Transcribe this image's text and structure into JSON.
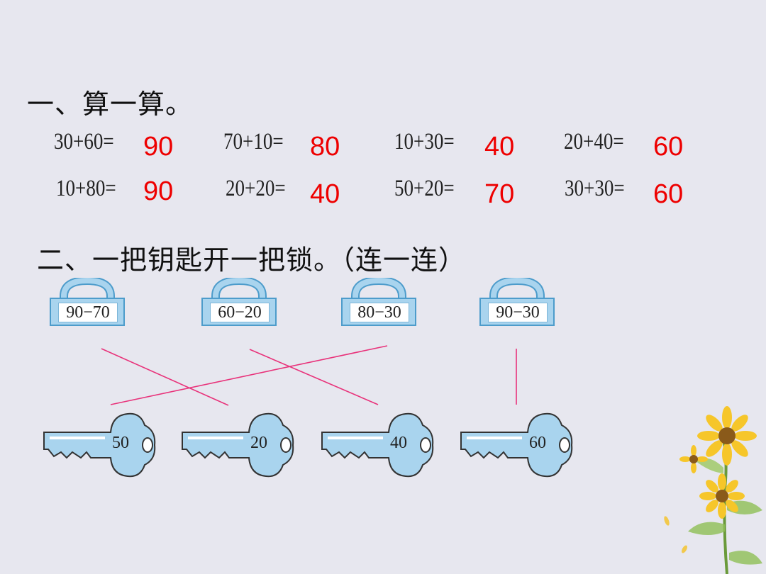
{
  "section1": {
    "title": "一、算一算。",
    "rows": [
      [
        {
          "expr": "30+60=",
          "answer": "90"
        },
        {
          "expr": "70+10=",
          "answer": "80"
        },
        {
          "expr": "10+30=",
          "answer": "40"
        },
        {
          "expr": "20+40=",
          "answer": "60"
        }
      ],
      [
        {
          "expr": "10+80=",
          "answer": "90"
        },
        {
          "expr": "20+20=",
          "answer": "40"
        },
        {
          "expr": "50+20=",
          "answer": "70"
        },
        {
          "expr": "30+30=",
          "answer": "60"
        }
      ]
    ]
  },
  "section2": {
    "title": "二、一把钥匙开一把锁。（连一连）",
    "locks": [
      "90−70",
      "60−20",
      "80−30",
      "90−30"
    ],
    "keys": [
      "50",
      "20",
      "40",
      "60"
    ]
  },
  "colors": {
    "background": "#e7e7ef",
    "answer": "#ee0000",
    "line": "#e8327a",
    "lock_body": "#a9d4ee",
    "key_body": "#a9d4ee"
  }
}
